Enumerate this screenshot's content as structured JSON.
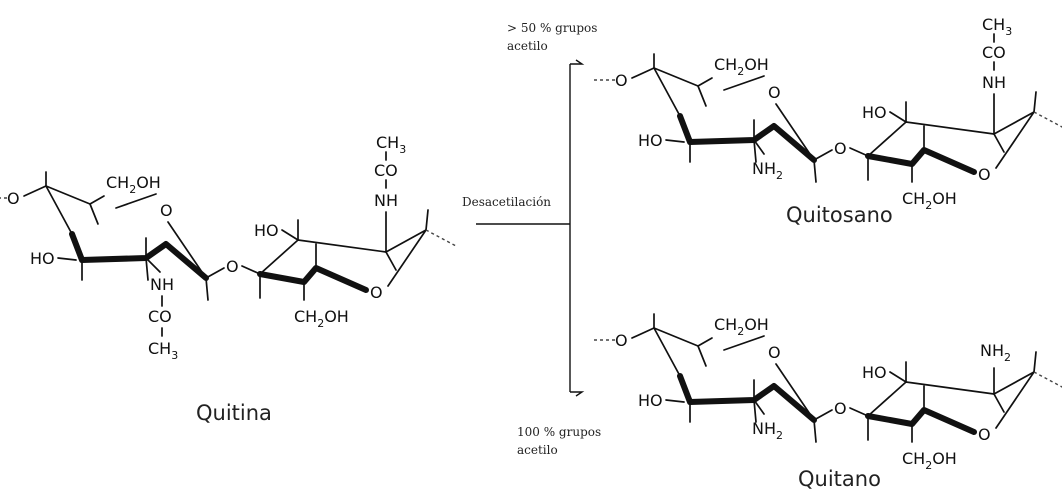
{
  "labels": {
    "chitin": "Quitina",
    "chitosan": "Quitosano",
    "chitan": "Quitano",
    "deacetylation": "Desacetilación",
    "upper_condition_1": "> 50 % grupos",
    "upper_condition_2": "acetilo",
    "lower_condition_1": "100 % grupos",
    "lower_condition_2": "acetilo"
  },
  "atoms": {
    "ch2oh_ch": "CH",
    "ch2oh_sub": "2",
    "ch2oh_oh": "OH",
    "ho": "HO",
    "ring_o": "O",
    "bridge_o": "O",
    "nh": "NH",
    "nh2_n": "NH",
    "nh2_sub": "2",
    "co": "CO",
    "ch3_ch": "CH",
    "ch3_sub": "3"
  },
  "colors": {
    "ink": "#111111",
    "background": "#ffffff"
  }
}
